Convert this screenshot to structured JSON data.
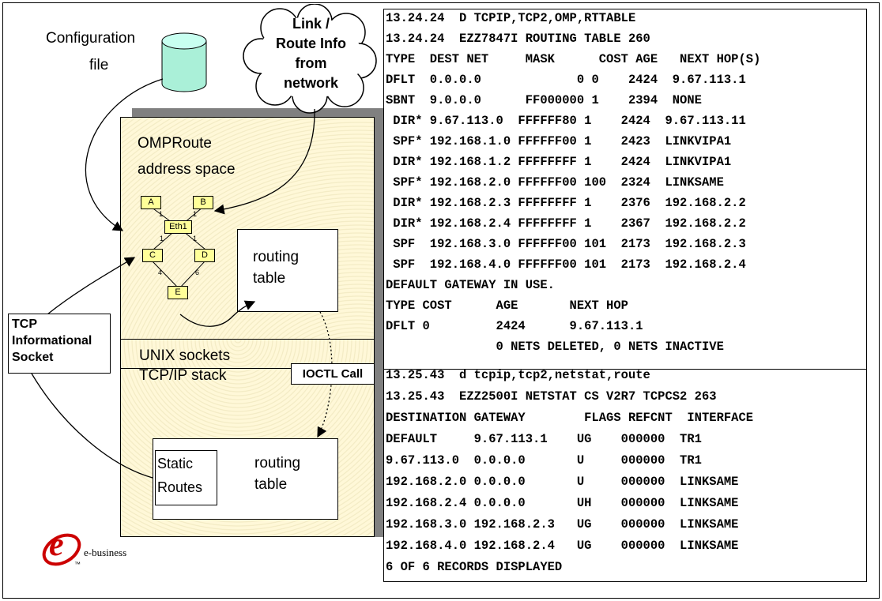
{
  "diagram": {
    "config_label_1": "Configuration",
    "config_label_2": "file",
    "cloud_lines": [
      "Link /",
      "Route Info",
      "from",
      "network"
    ],
    "omproute_line1": "OMPRoute",
    "omproute_line2": "address space",
    "routing_table_1": [
      "routing",
      "table"
    ],
    "unix_sockets": "UNIX sockets",
    "tcpip_stack": "TCP/IP stack",
    "ioctl_call": "IOCTL Call",
    "tcp_info": [
      "TCP",
      "Informational",
      "Socket"
    ],
    "static_routes": [
      "Static",
      "Routes"
    ],
    "routing_table_2": [
      "routing",
      "table"
    ],
    "nodes": {
      "a": "A",
      "b": "B",
      "eth1": "Eth1",
      "c": "C",
      "d": "D",
      "e": "E"
    },
    "edge_costs": {
      "a_eth1": "1",
      "b_eth1": "1",
      "eth1_c": "1",
      "eth1_d": "1",
      "c_e": "4",
      "d_e": "6"
    },
    "logo_mark": "e",
    "logo_text": "e-business",
    "logo_tm": "™",
    "colors": {
      "cylinder": "#aaf0d8",
      "node_fill": "#ffff99",
      "address_space": "#fff8d8",
      "shadow": "#808080"
    }
  },
  "console_top": {
    "lines": [
      "13.24.24  D TCPIP,TCP2,OMP,RTTABLE",
      "13.24.24  EZZ7847I ROUTING TABLE 260",
      "TYPE  DEST NET     MASK      COST AGE   NEXT HOP(S)",
      "DFLT  0.0.0.0             0 0    2424  9.67.113.1",
      "SBNT  9.0.0.0      FF000000 1    2394  NONE",
      " DIR* 9.67.113.0  FFFFFF80 1    2424  9.67.113.11",
      " SPF* 192.168.1.0 FFFFFF00 1    2423  LINKVIPA1",
      " DIR* 192.168.1.2 FFFFFFFF 1    2424  LINKVIPA1",
      " SPF* 192.168.2.0 FFFFFF00 100  2324  LINKSAME",
      " DIR* 192.168.2.3 FFFFFFFF 1    2376  192.168.2.2",
      " DIR* 192.168.2.4 FFFFFFFF 1    2367  192.168.2.2",
      " SPF  192.168.3.0 FFFFFF00 101  2173  192.168.2.3",
      " SPF  192.168.4.0 FFFFFF00 101  2173  192.168.2.4",
      "DEFAULT GATEWAY IN USE.",
      "TYPE COST      AGE       NEXT HOP",
      "DFLT 0         2424      9.67.113.1",
      "               0 NETS DELETED, 0 NETS INACTIVE"
    ]
  },
  "console_bottom": {
    "lines": [
      "13.25.43  d tcpip,tcp2,netstat,route",
      "13.25.43  EZZ2500I NETSTAT CS V2R7 TCPCS2 263",
      "DESTINATION GATEWAY        FLAGS REFCNT  INTERFACE",
      "DEFAULT     9.67.113.1    UG    000000  TR1",
      "9.67.113.0  0.0.0.0       U     000000  TR1",
      "192.168.2.0 0.0.0.0       U     000000  LINKSAME",
      "192.168.2.4 0.0.0.0       UH    000000  LINKSAME",
      "192.168.3.0 192.168.2.3   UG    000000  LINKSAME",
      "192.168.4.0 192.168.2.4   UG    000000  LINKSAME",
      "6 OF 6 RECORDS DISPLAYED"
    ]
  }
}
